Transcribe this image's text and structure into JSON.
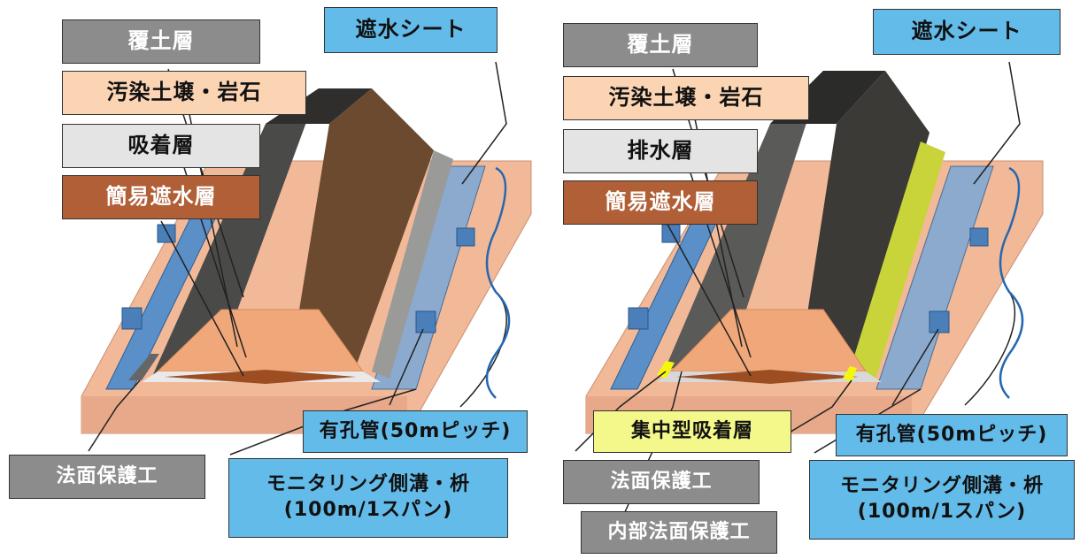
{
  "left": {
    "cover_layer": "覆土層",
    "contaminated": "汚染土壌・岩石",
    "adsorption_layer": "吸着層",
    "simple_barrier": "簡易遮水層",
    "waterproof_sheet": "遮水シート",
    "perforated_pipe": "有孔管(50mピッチ)",
    "slope_protection": "法面保護工",
    "monitoring": "モニタリング側溝・枡\n(100m/1スパン)"
  },
  "right": {
    "cover_layer": "覆土層",
    "contaminated": "汚染土壌・岩石",
    "drainage_layer": "排水層",
    "simple_barrier": "簡易遮水層",
    "waterproof_sheet": "遮水シート",
    "concentrated_adsorption": "集中型吸着層",
    "perforated_pipe": "有孔管(50mピッチ)",
    "slope_protection": "法面保護工",
    "inner_slope_protection": "内部法面保護工",
    "monitoring": "モニタリング側溝・枡\n(100m/1スパン)"
  },
  "colors": {
    "label_gray": "#8c8c8c",
    "label_peach": "#fbd4b4",
    "label_light": "#e4e4e4",
    "label_brown": "#b05f37",
    "label_blue": "#63bbe9",
    "label_yellow": "#f4f78a",
    "ground": "#f2b998",
    "embankment_dark": "#3c3a36",
    "embankment_brown": "#6b4a2f",
    "drain_blue": "#4a86c2"
  }
}
